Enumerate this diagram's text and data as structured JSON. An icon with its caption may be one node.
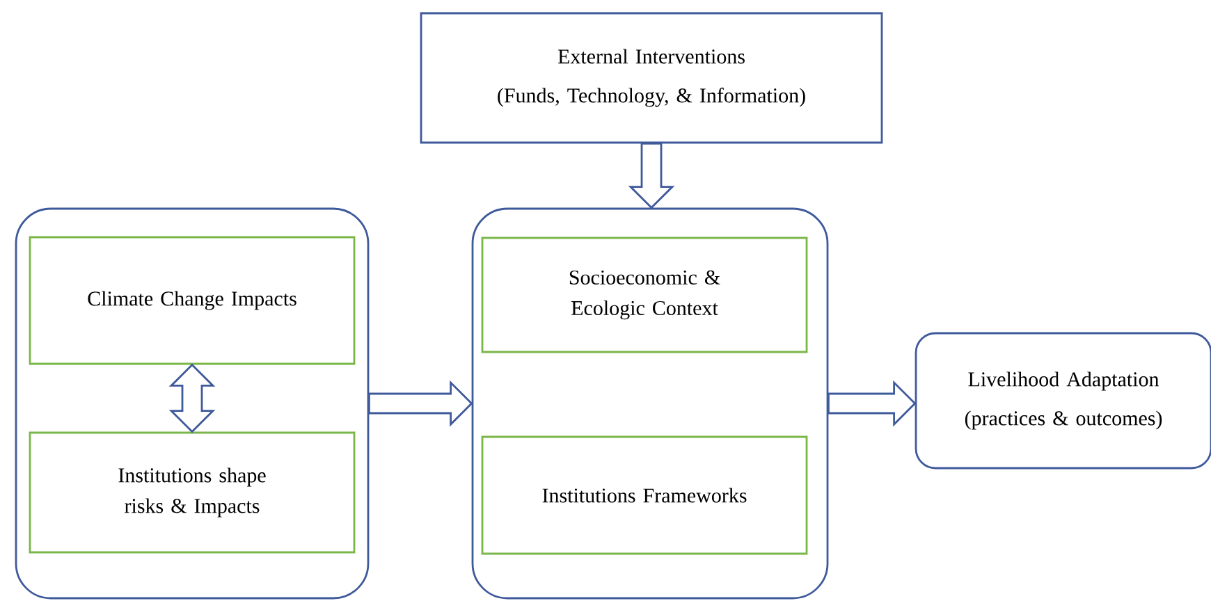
{
  "diagram": {
    "nodes": [
      {
        "text": [
          "External Interventions",
          "(Funds, Technology, & Information)"
        ]
      },
      {
        "text": [],
        "shape": "box"
      },
      {
        "text": [
          "Climate Change Impacts"
        ],
        "in": 1
      },
      {
        "text": [
          "Institutions shape risks & Impacts"
        ],
        "in": 1
      },
      {
        "text": [],
        "shape": "box"
      },
      {
        "text": [
          "Socioeconomic & Ecologic Context"
        ],
        "in": 4
      },
      {
        "text": [
          "Institutions Frameworks"
        ],
        "in": 4
      },
      {
        "text": [
          "Livelihood Adaptation",
          "(practices & outcomes)"
        ]
      }
    ],
    "edges": [
      {
        "from": 0,
        "to": 4,
        "arrow": "to"
      },
      {
        "from": 2,
        "to": 3,
        "arrow": "both"
      },
      {
        "from": 1,
        "to": 4,
        "arrow": "to"
      },
      {
        "from": 4,
        "to": 7,
        "arrow": "to"
      }
    ]
  }
}
